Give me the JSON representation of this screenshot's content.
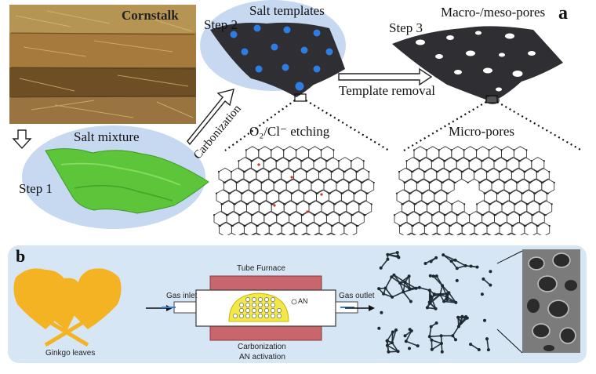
{
  "panel_a": {
    "letter": "a",
    "cornstalk": "Cornstalk",
    "step1": "Step 1",
    "salt_mixture": "Salt mixture",
    "carbonization": "Carbonization",
    "step2": "Step 2",
    "salt_templates": "Salt templates",
    "template_removal": "Template removal",
    "step3": "Step 3",
    "macro_meso": "Macro-/meso-pores",
    "etching": "O₂/Cl⁻ etching",
    "micro_pores": "Micro-pores"
  },
  "panel_b": {
    "letter": "b",
    "ginkgo": "Ginkgo leaves",
    "gas_inlet": "Gas inlet",
    "gas_outlet": "Gas outlet",
    "tube_furnace": "Tube Furnace",
    "an_legend": "AN",
    "carbonization": "Carbonization",
    "an_activation": "AN activation"
  },
  "colors": {
    "panel_b_bg": "#d7e6f4",
    "template_blob": "#c6d9f1",
    "carbon_sheet": "#2e2e33",
    "salt_sphere": "#2f7de0",
    "salt_mixture": "#5dc53a",
    "ginkgo": "#f4b323",
    "furnace_heater": "#c9666b"
  }
}
